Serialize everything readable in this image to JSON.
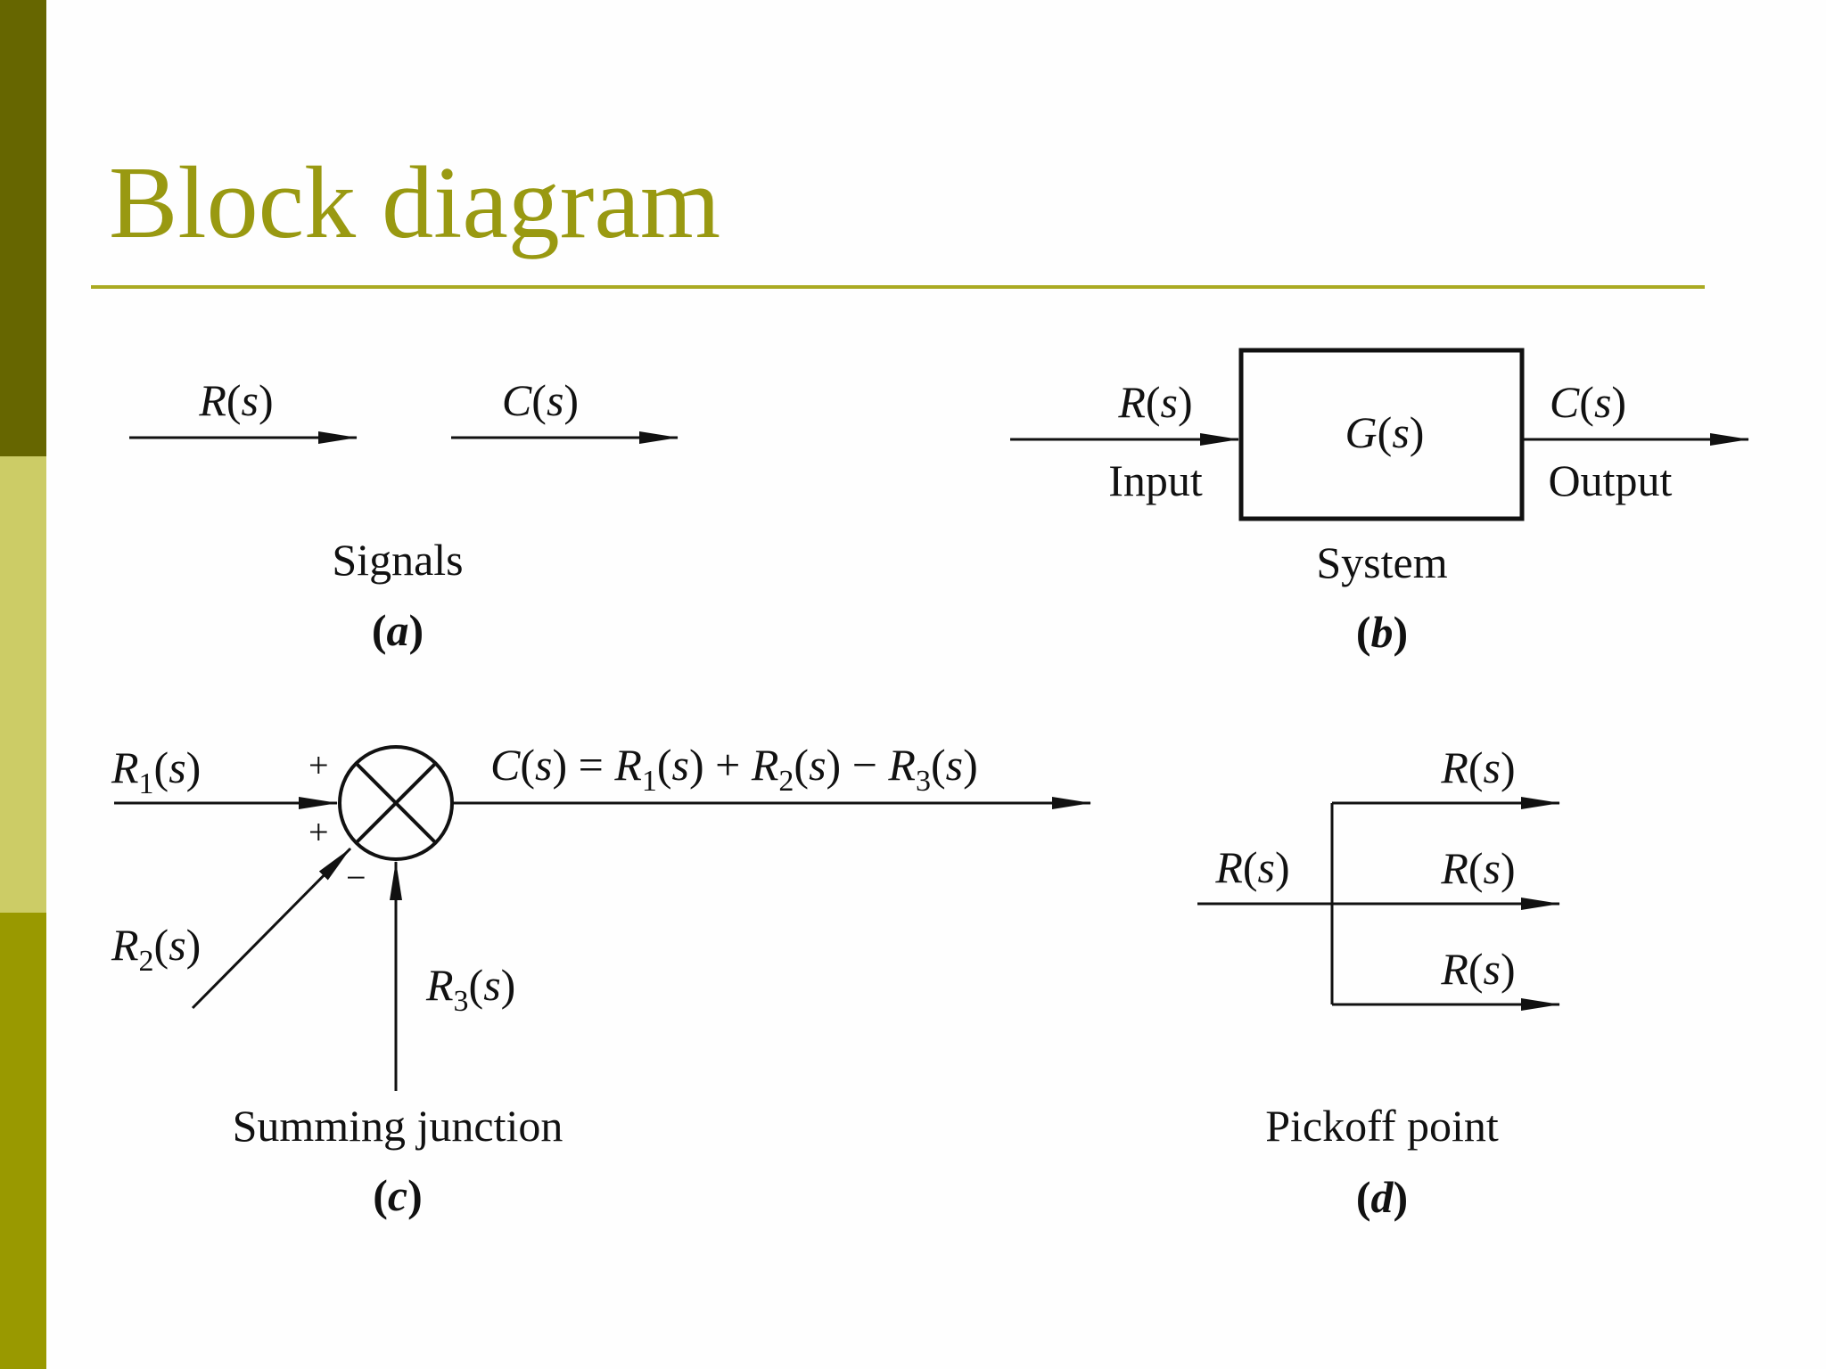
{
  "slide": {
    "title": "Block diagram",
    "colors": {
      "sidebar_top": "#666600",
      "sidebar_mid": "#cccc66",
      "sidebar_bottom": "#999900",
      "title": "#999911",
      "rule": "#aaaa22"
    }
  },
  "panel_a": {
    "signal_1": "R(s)",
    "signal_2": "C(s)",
    "caption": "Signals",
    "letter": "(a)"
  },
  "panel_b": {
    "input_signal": "R(s)",
    "input_label": "Input",
    "block": "G(s)",
    "output_signal": "C(s)",
    "output_label": "Output",
    "caption": "System",
    "letter": "(b)"
  },
  "panel_c": {
    "input_1": "R1(s)",
    "input_2": "R2(s)",
    "input_3": "R3(s)",
    "sign_1": "+",
    "sign_2": "+",
    "sign_3": "−",
    "output": "C(s) = R1(s) + R2(s) − R3(s)",
    "caption": "Summing junction",
    "letter": "(c)"
  },
  "panel_d": {
    "input": "R(s)",
    "output_1": "R(s)",
    "output_2": "R(s)",
    "output_3": "R(s)",
    "caption": "Pickoff point",
    "letter": "(d)"
  }
}
